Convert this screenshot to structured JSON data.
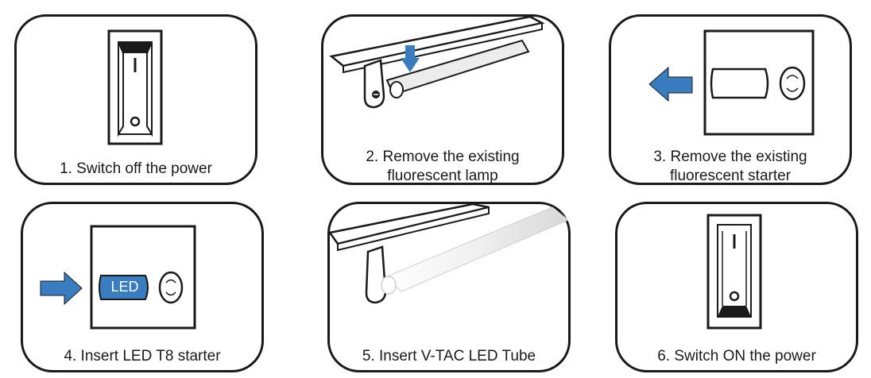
{
  "steps": [
    {
      "caption_lines": [
        "1. Switch off the power"
      ],
      "icon": "rocker-switch-off-icon"
    },
    {
      "caption_lines": [
        "2. Remove the existing",
        "fluorescent lamp"
      ],
      "icon": "remove-lamp-icon"
    },
    {
      "caption_lines": [
        "3. Remove the existing",
        "fluorescent starter"
      ],
      "icon": "remove-starter-icon"
    },
    {
      "caption_lines": [
        "4. Insert LED T8 starter"
      ],
      "icon": "insert-led-starter-icon",
      "starter_label": "LED"
    },
    {
      "caption_lines": [
        "5. Insert V-TAC LED Tube"
      ],
      "icon": "insert-led-tube-icon"
    },
    {
      "caption_lines": [
        "6. Switch ON the power"
      ],
      "icon": "rocker-switch-on-icon"
    }
  ],
  "colors": {
    "arrow": "#3a7cc0",
    "outline": "#1a1a1a",
    "led_starter": "#3a7cc0"
  }
}
